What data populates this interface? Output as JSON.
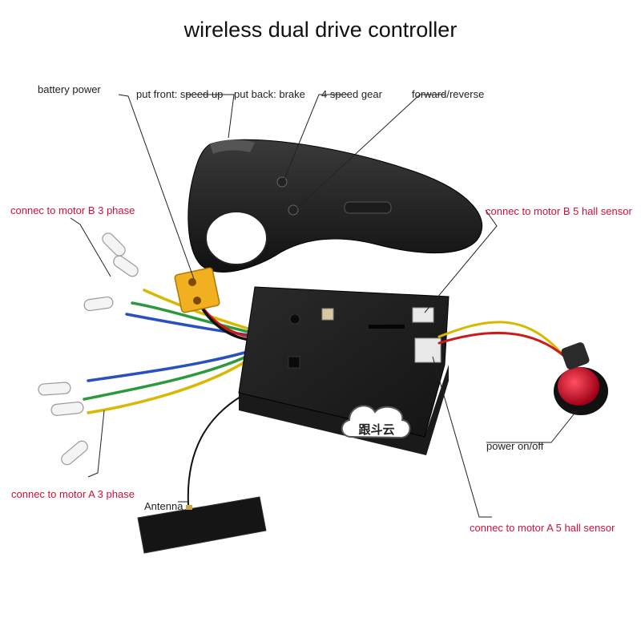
{
  "title": "wireless dual drive controller",
  "labels": {
    "battery_power": "battery power",
    "put_front": "put front: speed up",
    "put_back": "put back: brake",
    "speed_gear": "4 speed gear",
    "forward_reverse": "forward/reverse",
    "motor_b_3phase": "connec to motor B 3 phase",
    "motor_b_hall": "connec to motor B 5 hall sensor",
    "power_onoff": "power on/off",
    "motor_a_3phase": "connec to motor A 3 phase",
    "antenna": "Antenna",
    "motor_a_hall": "connec to motor A 5 hall sensor"
  },
  "watermark": "跟斗云",
  "colors": {
    "label_red": "#d0103a",
    "label_dark": "#222222",
    "connector_yellow": "#f0b020",
    "button_red": "#c8102e"
  }
}
